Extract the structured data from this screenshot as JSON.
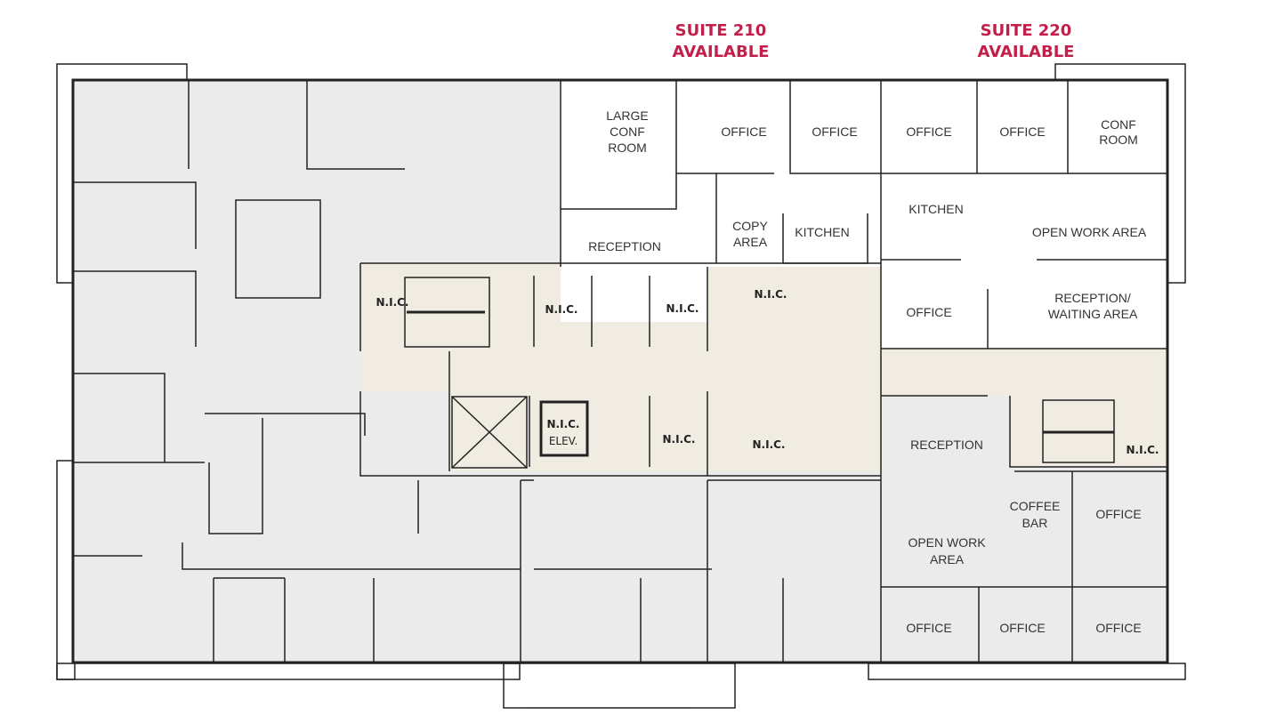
{
  "header": {
    "suites": [
      {
        "name": "SUITE 210",
        "status": "AVAILABLE"
      },
      {
        "name": "SUITE 220",
        "status": "AVAILABLE"
      }
    ]
  },
  "colors": {
    "available_text": "#c41e4a",
    "leased_area": "#ebebeb",
    "common_area": "#f1ece2",
    "available_area": "#ffffff",
    "walls": "#222222"
  },
  "rooms": {
    "large_conf_room": [
      "LARGE",
      "CONF",
      "ROOM"
    ],
    "office_210_a": "OFFICE",
    "office_210_b": "OFFICE",
    "office_220_a": "OFFICE",
    "office_220_b": "OFFICE",
    "conf_room_220": [
      "CONF",
      "ROOM"
    ],
    "copy_area": [
      "COPY",
      "AREA"
    ],
    "kitchen_210": "KITCHEN",
    "kitchen_220": "KITCHEN",
    "open_work_area_220": "OPEN WORK AREA",
    "reception_210": "RECEPTION",
    "office_220_c": "OFFICE",
    "reception_waiting_220": [
      "RECEPTION/",
      "WAITING AREA"
    ],
    "reception_lower": "RECEPTION",
    "coffee_bar": [
      "COFFEE",
      "BAR"
    ],
    "office_lower_a": "OFFICE",
    "open_work_area_lower": [
      "OPEN WORK",
      "AREA"
    ],
    "office_lower_b": "OFFICE",
    "office_lower_c": "OFFICE",
    "office_lower_d": "OFFICE"
  },
  "core": {
    "nic_labels": [
      "N.I.C.",
      "N.I.C.",
      "N.I.C.",
      "N.I.C.",
      "N.I.C.",
      "N.I.C.",
      "N.I.C."
    ],
    "elevator": [
      "N.I.C.",
      "ELEV."
    ]
  }
}
